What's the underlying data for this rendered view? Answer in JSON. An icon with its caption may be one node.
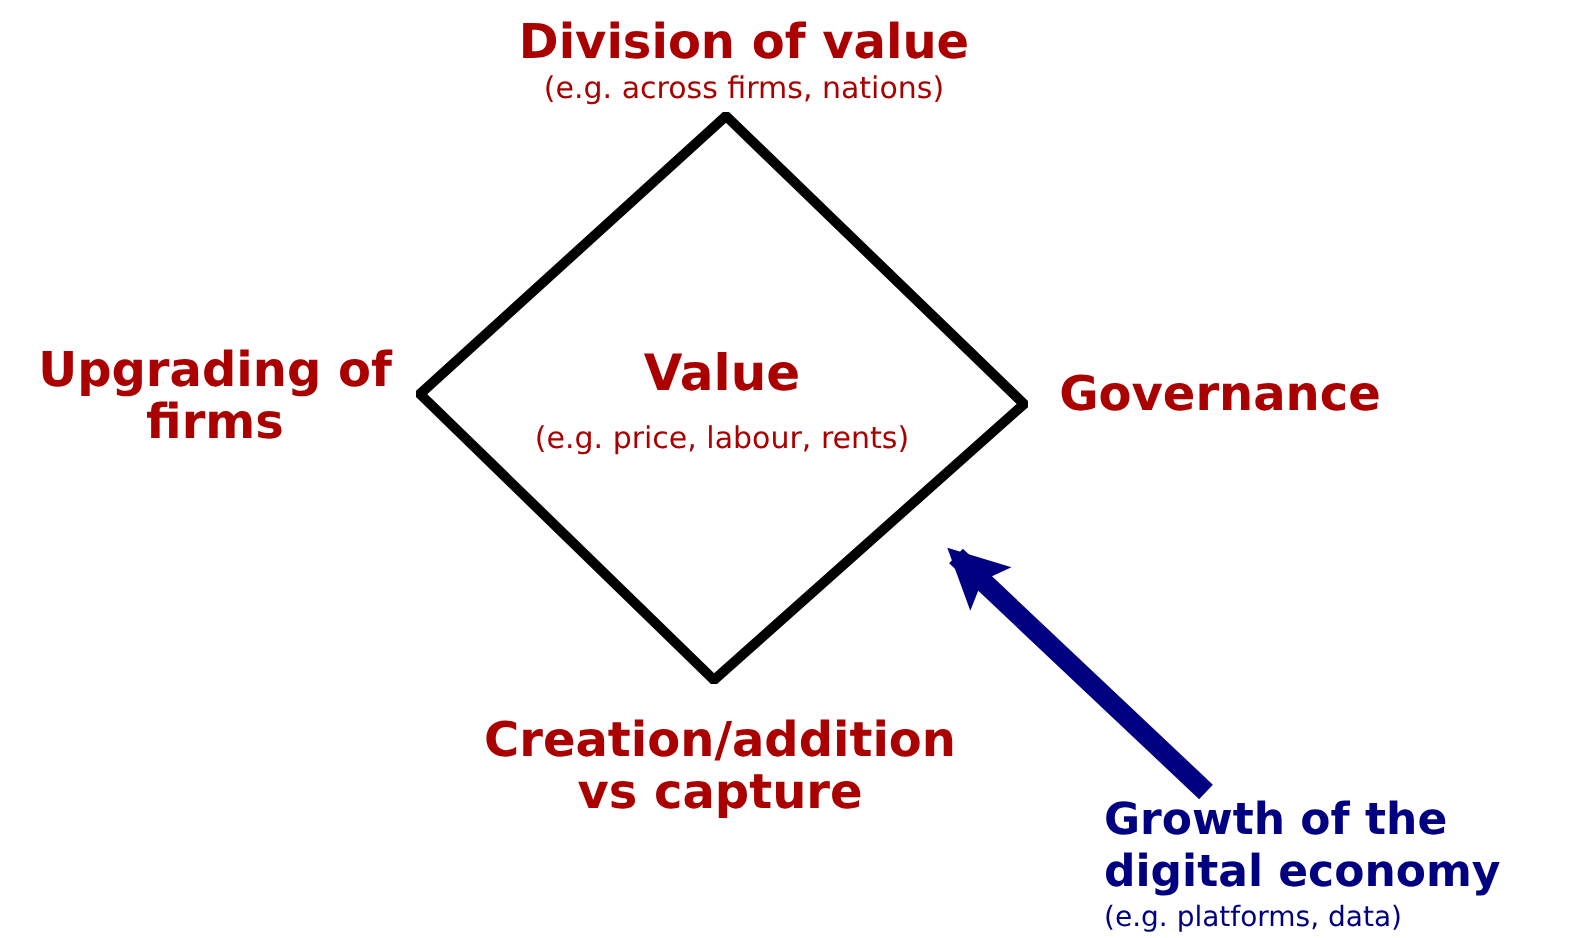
{
  "diagram": {
    "nodes": [
      {
        "text": [
          "Value",
          "(e.g. price, labour, rents)"
        ],
        "beside": [
          "Division of value",
          "(e.g. across firms, nations)",
          "Upgrading of firms",
          "Governance",
          "Creation/addition vs capture"
        ]
      },
      {
        "text": [
          "Growth of the digital economy",
          "(e.g. platforms, data)"
        ]
      }
    ],
    "edges": [
      {
        "from": 1,
        "to": 0,
        "arrow": "to",
        "color": "#000080"
      }
    ]
  }
}
